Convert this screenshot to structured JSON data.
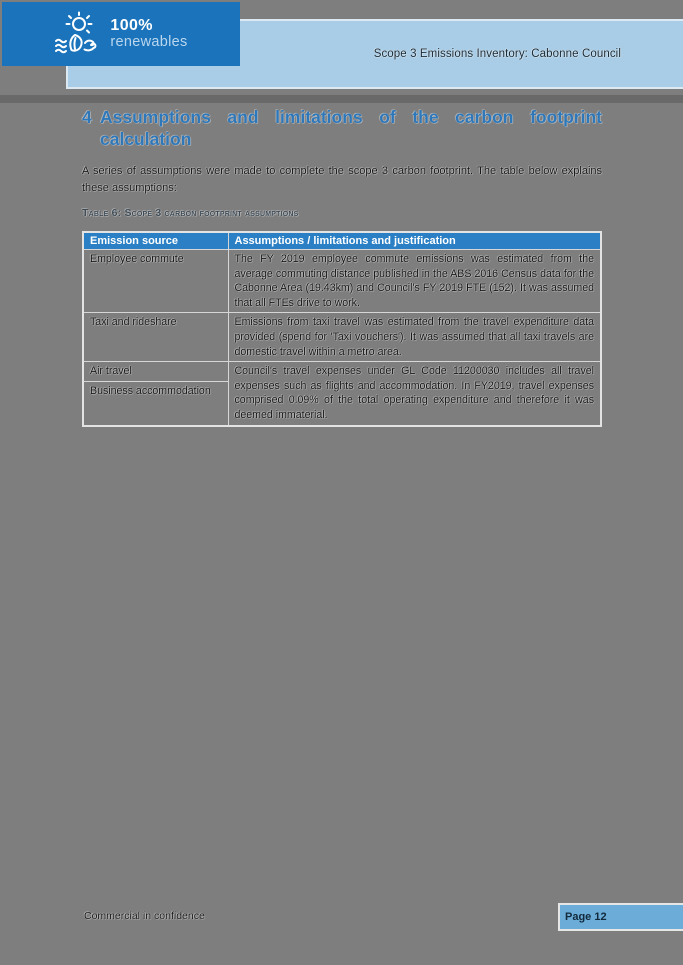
{
  "header": {
    "logo": {
      "line1": "100%",
      "line2": "renewables",
      "icon": "sun-leaf-waves-wind-icon"
    },
    "doc_title": "Scope 3 Emissions Inventory: Cabonne Council"
  },
  "section": {
    "number": "4",
    "title": "Assumptions and limitations of the carbon footprint calculation"
  },
  "intro": "A series of assumptions were made to complete the scope 3 carbon footprint. The table below explains these assumptions:",
  "table_caption": "Table 6: Scope 3 carbon footprint assumptions",
  "table": {
    "headers": [
      "Emission source",
      "Assumptions / limitations and justification"
    ],
    "rows": [
      {
        "source": "Employee commute",
        "justification": "The FY 2019 employee commute emissions was estimated from the average commuting distance published in the ABS 2016 Census data for the Cabonne Area (19.43km) and Council's FY 2019 FTE (152). It was assumed that all FTEs drive to work."
      },
      {
        "source": "Taxi and rideshare",
        "justification": "Emissions from taxi travel was estimated from the travel expenditure data provided (spend for 'Taxi vouchers'). It was assumed that all taxi travels are domestic travel within a metro area."
      },
      {
        "source": "Air travel",
        "source2": "Business accommodation",
        "justification": "Council's travel expenses under GL Code 11200030 includes all travel expenses such as flights and accommodation. In FY2019, travel expenses comprised 0.09% of the total operating expenditure and therefore it was deemed immaterial."
      }
    ]
  },
  "footer": {
    "confidential": "Commercial in confidence",
    "page_label": "Page 12"
  },
  "colors": {
    "page_background": "#7e7e7e",
    "logo_box_blue": "#1b74bb",
    "header_band_blue": "#a9cde6",
    "heading_blue": "#2e77b9",
    "table_header_blue": "#2b80c5",
    "page_number_box_blue": "#6badd8",
    "separator_bar_gray": "#696969"
  }
}
